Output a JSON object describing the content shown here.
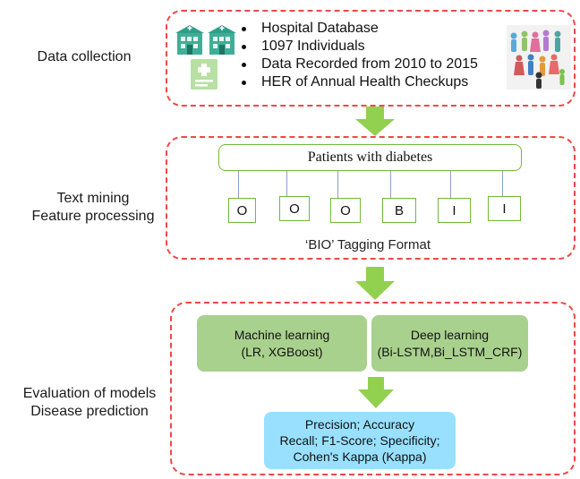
{
  "stages": [
    {
      "lines": [
        "Data collection"
      ]
    },
    {
      "lines": [
        "Text mining",
        "Feature processing"
      ]
    },
    {
      "lines": [
        "Evaluation of models",
        "Disease prediction"
      ]
    }
  ],
  "data_collection": {
    "bullets": [
      "Hospital Database",
      "1097 Individuals",
      "Data Recorded from 2010 to 2015",
      "HER of Annual Health Checkups"
    ],
    "icons": [
      "hospital-building-icon",
      "medical-record-icon",
      "people-crowd-icon"
    ]
  },
  "text_mining": {
    "sentence": "Patients with diabetes",
    "tags": [
      "O",
      "O",
      "O",
      "B",
      "I",
      "I"
    ],
    "caption": "‘BIO’ Tagging Format"
  },
  "models": {
    "machine_learning": {
      "title": "Machine learning",
      "detail": "(LR, XGBoost)"
    },
    "deep_learning": {
      "title": "Deep learning",
      "detail": "(Bi-LSTM,Bi_LSTM_CRF)"
    }
  },
  "metrics": {
    "lines": [
      "Precision; Accuracy",
      "Recall; F1-Score; Specificity;",
      "Cohen's Kappa (Kappa)"
    ]
  },
  "colors": {
    "dashed_border": "#f04848",
    "arrow": "#92d050",
    "model_box": "#a9d18e",
    "metrics_box": "#99e0ff",
    "tag_border": "#74b83a"
  }
}
